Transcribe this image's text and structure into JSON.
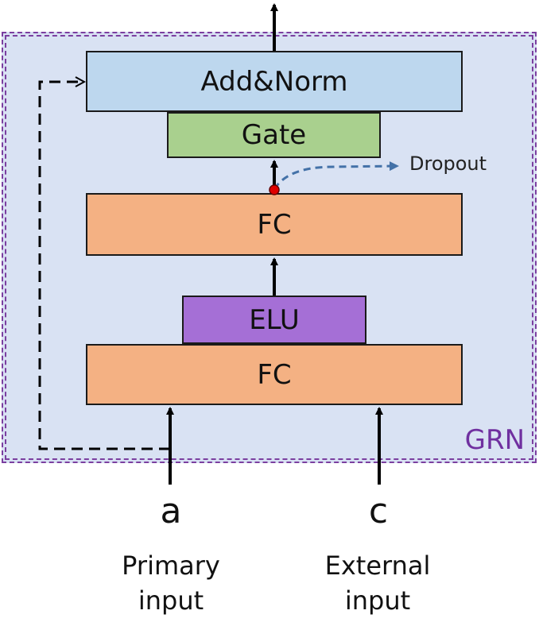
{
  "diagram": {
    "frame_label": "GRN",
    "blocks": {
      "add_norm": "Add&Norm",
      "gate": "Gate",
      "fc_top": "FC",
      "elu": "ELU",
      "fc_bottom": "FC"
    },
    "dropout_label": "Dropout",
    "inputs": {
      "primary": {
        "symbol": "a",
        "label_line1": "Primary",
        "label_line2": "input"
      },
      "external": {
        "symbol": "c",
        "label_line1": "External",
        "label_line2": "input"
      }
    },
    "colors": {
      "frame_fill": "#d9e2f3",
      "frame_border": "#7b3fa0",
      "add_norm": "#bdd7ee",
      "gate": "#a9d08e",
      "fc": "#f4b183",
      "elu": "#a56fd6",
      "dropout_arrow": "#4472a8",
      "dropout_dot": "#e00000"
    }
  }
}
